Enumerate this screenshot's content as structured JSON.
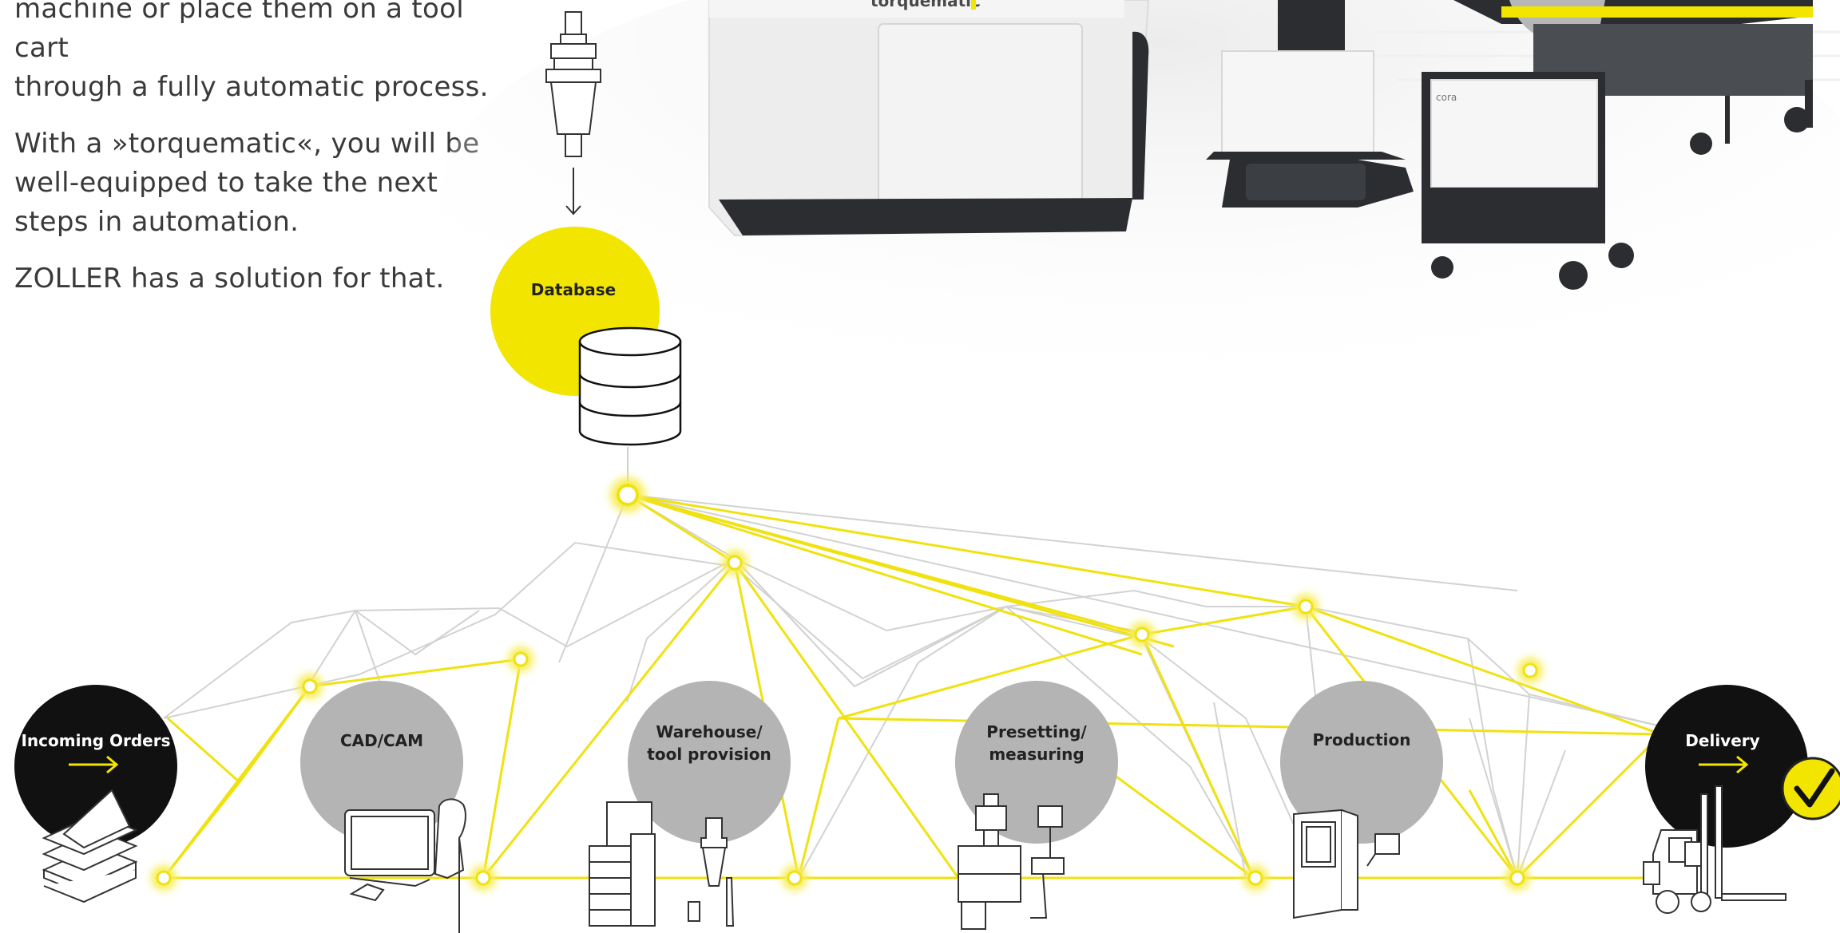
{
  "intro": {
    "paragraph1_lines": [
      "machine or place them on a tool cart",
      "through a fully automatic process."
    ],
    "paragraph2_lines": [
      "With a »torquematic«, you will be",
      "well-equipped to take the next",
      "steps in automation."
    ],
    "paragraph3": "ZOLLER has a solution for that."
  },
  "machine_branding": {
    "torquematic": "torquematic",
    "cora": "cora"
  },
  "database": {
    "label": "Database"
  },
  "stations": [
    {
      "id": "incoming-orders",
      "lines": [
        "Incoming Orders"
      ],
      "style": "black",
      "arrow": true
    },
    {
      "id": "cad-cam",
      "lines": [
        "CAD/CAM"
      ],
      "style": "gray"
    },
    {
      "id": "warehouse",
      "lines": [
        "Warehouse/",
        "tool provision"
      ],
      "style": "gray"
    },
    {
      "id": "presetting",
      "lines": [
        "Presetting/",
        "measuring"
      ],
      "style": "gray"
    },
    {
      "id": "production",
      "lines": [
        "Production"
      ],
      "style": "gray"
    },
    {
      "id": "delivery",
      "lines": [
        "Delivery"
      ],
      "style": "black",
      "arrow": true,
      "check": true
    }
  ],
  "colors": {
    "accent_yellow": "#f2e500",
    "network_yellow": "#f0e20f",
    "network_gray": "#d2d2d2",
    "station_gray": "#b4b4b4",
    "station_black": "#111111",
    "text_dark": "#3a3a3a",
    "machine_body": "#eeeeee",
    "machine_dark": "#2b2d30"
  },
  "icons": [
    "tool-holder-icon",
    "down-arrow-icon",
    "database-cylinder-icon",
    "document-stack-icon",
    "designer-monitor-icon",
    "tool-cabinet-icon",
    "presetting-machine-icon",
    "cnc-machine-icon",
    "forklift-icon",
    "checkmark-icon",
    "right-arrow-icon"
  ]
}
